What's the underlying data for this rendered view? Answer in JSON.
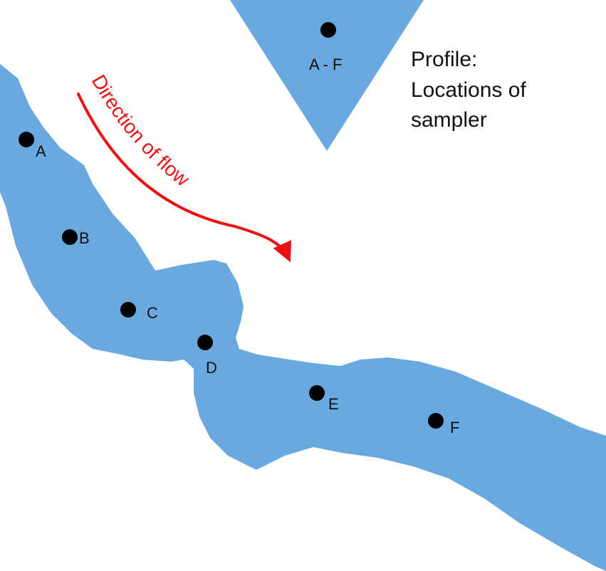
{
  "colors": {
    "water": "#6aa8e0",
    "sampler": "#000000",
    "flow_arrow": "#ee1111",
    "text": "#111111"
  },
  "profile": {
    "sampler_label": "A - F",
    "caption_lines": [
      "Profile:",
      "Locations of",
      "sampler"
    ]
  },
  "flow": {
    "label": "Direction of flow"
  },
  "sites": [
    {
      "id": "A",
      "label": "A"
    },
    {
      "id": "B",
      "label": "B"
    },
    {
      "id": "C",
      "label": "C"
    },
    {
      "id": "D",
      "label": "D"
    },
    {
      "id": "E",
      "label": "E"
    },
    {
      "id": "F",
      "label": "F"
    }
  ]
}
